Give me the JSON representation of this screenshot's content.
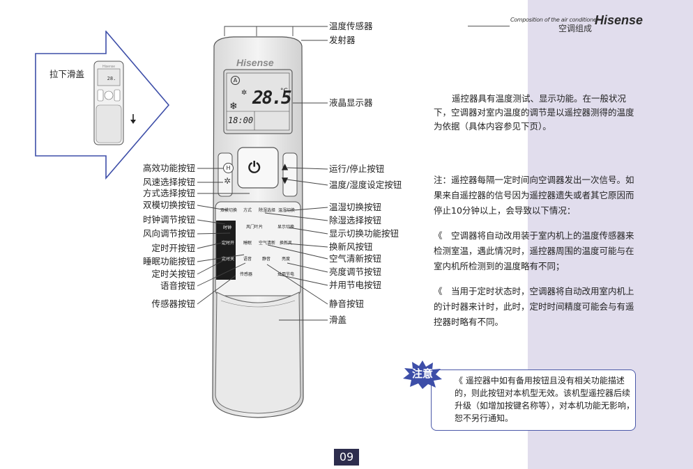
{
  "header": {
    "subtitle": "Composition of the air conditioner",
    "title": "空调组成",
    "brand": "Hisense"
  },
  "intro": "遥控器具有温度测试、显示功能。在一般状况下，空调器对室内温度的调节是以遥控器测得的温度为依据（具体内容参见下页）。",
  "note": {
    "p1": "注：遥控器每隔一定时间向空调器发出一次信号。如果来自遥控器的信号因为遥控器遗失或者其它原因而停止10分钟以上，会导致以下情况：",
    "p2": "《　空调器将自动改用装于室内机上的温度传感器来检测室温，遇此情况时，遥控器周围的温度可能与在室内机所检测到的温度略有不同；",
    "p3": "《　当用于定时状态时，空调器将自动改用室内机上的计时器来计时，此时，定时时间精度可能会与有遥控器时略有不同。"
  },
  "warning": {
    "badge": "注意",
    "text": "《 遥控器中如有备用按钮且没有相关功能描述的，则此按钮对本机型无效。该机型遥控器后续升级（如增加按键名称等），对本机功能无影响，恕不另行通知。"
  },
  "page_number": "09",
  "slide_label": "拉下滑盖",
  "remote": {
    "brand": "Hisense",
    "temp": "28.5",
    "unit": "°C",
    "time": "18:00",
    "mode_icon": "A",
    "buttons": {
      "dual": "双模切换",
      "mode": "方式",
      "dehum_sel": "除湿选择",
      "humid_switch": "温湿切换",
      "wind": "风门叶片",
      "display": "显示切换",
      "clock": "时钟",
      "timer_on": "定时开",
      "timer_off": "定时关",
      "sleep": "睡眠",
      "clean": "空气清新",
      "fresh": "换新风",
      "voice": "语音",
      "mute": "静音",
      "bright": "亮度",
      "sensor": "传感器",
      "energy": "并用节电"
    }
  },
  "labels": {
    "temp_sensor": "温度传感器",
    "emitter": "发射器",
    "lcd": "液晶显示器",
    "high_eff": "高效功能按钮",
    "fan_speed": "风速选择按钮",
    "mode_sel": "方式选择按钮",
    "dual_mode": "双模切换按钮",
    "clock_adj": "时钟调节按钮",
    "wind_dir": "风向调节按钮",
    "timer_on": "定时开按钮",
    "sleep": "睡眠功能按钮",
    "timer_off": "定时关按钮",
    "voice": "语音按钮",
    "sensor": "传感器按钮",
    "run_stop": "运行/停止按钮",
    "temp_set": "温度/湿度设定按钮",
    "humid_switch": "温湿切换按钮",
    "dehum": "除湿选择按钮",
    "display_switch": "显示切换功能按钮",
    "fresh_air": "换新风按钮",
    "air_clean": "空气清新按钮",
    "brightness": "亮度调节按钮",
    "energy": "并用节电按钮",
    "mute": "静音按钮",
    "cover": "滑盖"
  },
  "colors": {
    "sidebar": "#e1dded",
    "accent_blue": "#3d4ea8",
    "page_badge": "#2d2d4d"
  }
}
